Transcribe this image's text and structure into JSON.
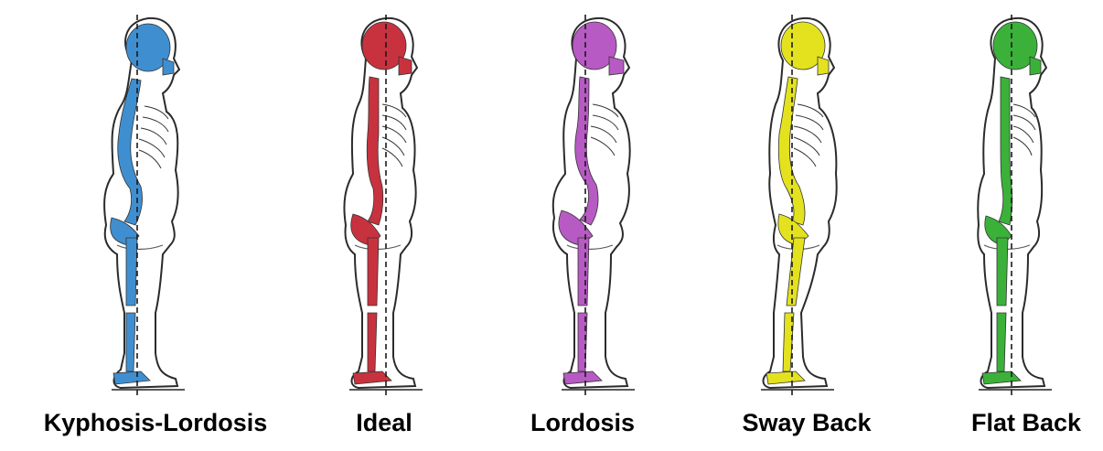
{
  "figures": [
    {
      "label": "Kyphosis-Lordosis",
      "color": "#3f8fd0",
      "posture": "kyphosis-lordosis"
    },
    {
      "label": "Ideal",
      "color": "#c8323f",
      "posture": "ideal"
    },
    {
      "label": "Lordosis",
      "color": "#b75ac3",
      "posture": "lordosis"
    },
    {
      "label": "Sway Back",
      "color": "#e4e21f",
      "posture": "sway-back"
    },
    {
      "label": "Flat Back",
      "color": "#3bb13a",
      "posture": "flat-back"
    }
  ]
}
